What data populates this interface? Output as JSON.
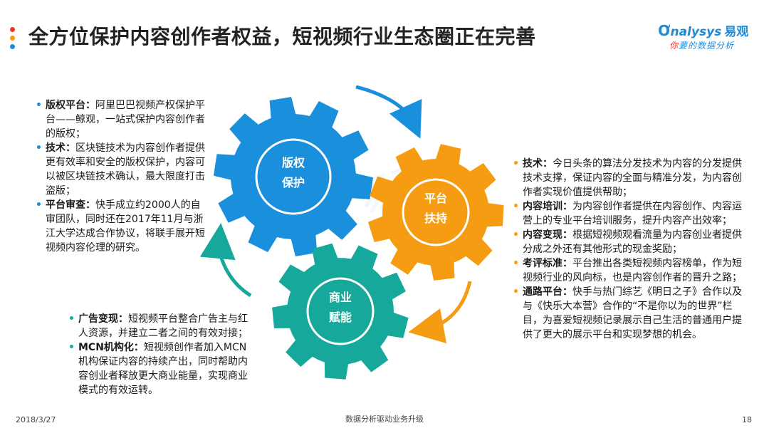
{
  "title": "全方位保护内容创作者权益，短视频行业生态圈正在完善",
  "logo": {
    "brand": "nalysys",
    "brand_cn": "易观",
    "slogan": "要的数据分析",
    "slogan_prefix": "你"
  },
  "watermark_text": "易观",
  "gears": {
    "blue": {
      "line1": "版权",
      "line2": "保护",
      "color": "#1a8fdb"
    },
    "orange": {
      "line1": "平台",
      "line2": "扶持",
      "color": "#f59c12"
    },
    "teal": {
      "line1": "商业",
      "line2": "赋能",
      "color": "#16a89a"
    }
  },
  "left_block": [
    {
      "term": "版权平台：",
      "body": "阿里巴巴视频产权保护平台——鲸观，一站式保护内容创作者的版权；"
    },
    {
      "term": "技术：",
      "body": "区块链技术为内容创作者提供更有效率和安全的版权保护，内容可以被区块链技术确认，最大限度打击盗版；"
    },
    {
      "term": "平台审查：",
      "body": "快手成立约2000人的自审团队，同时还在2017年11月与浙江大学达成合作协议，将联手展开短视频内容伦理的研究。"
    }
  ],
  "right_block": [
    {
      "term": "技术：",
      "body": "今日头条的算法分发技术为内容的分发提供技术支撑，保证内容的全面与精准分发，为内容创作者实现价值提供帮助；"
    },
    {
      "term": "内容培训：",
      "body": "为内容创作者提供在内容创作、内容运营上的专业平台培训服务，提升内容产出效率；"
    },
    {
      "term": "内容变现：",
      "body": "根据短视频观看流量为内容创业者提供分成之外还有其他形式的现金奖励；"
    },
    {
      "term": "考评标准：",
      "body": "平台推出各类短视频内容榜单，作为短视频行业的风向标，也是内容创作者的晋升之路；"
    },
    {
      "term": "通路平台：",
      "body": "快手与热门综艺《明日之子》合作以及与《快乐大本营》合作的“不是你以为的世界”栏目，为喜爱短视频记录展示自己生活的普通用户提供了更大的展示平台和实现梦想的机会。"
    }
  ],
  "bottom_block": [
    {
      "term": "广告变现：",
      "body": "短视频平台整合广告主与红人资源，并建立二者之间的有效对接；"
    },
    {
      "term": "MCN机构化：",
      "body": "短视频创作者加入MCN机构保证内容的持续产出，同时帮助内容创业者释放更大商业能量，实现商业模式的有效运转。"
    }
  ],
  "footer": {
    "date": "2018/3/27",
    "center": "数据分析驱动业务升级",
    "page": "18"
  },
  "colors": {
    "accent_blue": "#1f8bd6",
    "orange": "#f59c12",
    "teal": "#16a89a",
    "title_dot_red": "#e8391f"
  }
}
